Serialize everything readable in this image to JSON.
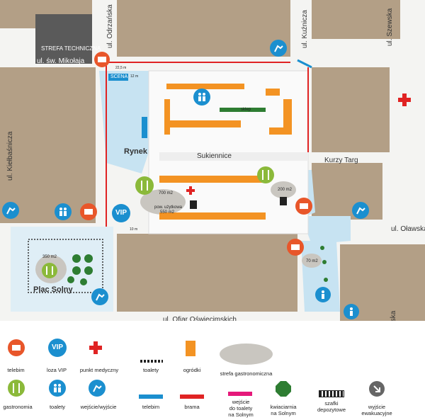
{
  "streets": {
    "odrzanska": "ul. Odrzańska",
    "kuznicza": "ul. Kuźnicza",
    "szewska_top": "ul. Szewska",
    "mikolaja": "ul. św. Mikołaja",
    "kielbasnicza": "ul. Kiełbaśnicza",
    "olawska": "ul. Oławska",
    "ofiar": "ul. Ofiar Oświęcimskich",
    "szewska_bottom": "ul. Szewska",
    "kurzy_targ": "Kurzy Targ",
    "sukiennice": "Sukiennice"
  },
  "places": {
    "strefa_techniczna": "STREFA TECHNICZNA",
    "scena": "SCENA",
    "rynek": "Rynek",
    "plac_solny": "Plac Solny",
    "vip": "VIP",
    "sklep": "sklep",
    "area_700": "700 m2",
    "area_550_a": "pow. użytkowa",
    "area_550_b": "550 m2",
    "area_200": "200 m2",
    "area_350": "350 m2",
    "area_70": "70 m2",
    "dim_22": "22,5 m",
    "dim_12": "12 m",
    "dim_10": "10 m"
  },
  "legend": {
    "telebim_icon": "telebim",
    "vip": "loza VIP",
    "medical": "punkt medyczny",
    "toilets_dots": "toalety",
    "gardens": "ogródki",
    "gastro_zone": "strefa gastronomiczna",
    "gastronomia": "gastronomia",
    "toilets": "toalety",
    "entrance": "wejście/wyjście",
    "telebim_bar": "telebim",
    "gate": "brama",
    "toilet_entrance_1": "wejście",
    "toilet_entrance_2": "do toalety",
    "toilet_entrance_3": "na Solnym",
    "florist_1": "kwiaciarnia",
    "florist_2": "na Solnym",
    "lockers_1": "szafki",
    "lockers_2": "depozytowe",
    "evac_1": "wyjście",
    "evac_2": "ewakuacyjne"
  },
  "colors": {
    "building": "#b39f86",
    "dark_building": "#5a5a5a",
    "orange": "#f39323",
    "telebim": "#e8562a",
    "blue": "#1b8fcf",
    "green": "#8bb93a",
    "red": "#e02323",
    "light_blue": "#c7e3f2",
    "gray_zone": "#c9c6c0",
    "florist": "#2e7d32"
  }
}
